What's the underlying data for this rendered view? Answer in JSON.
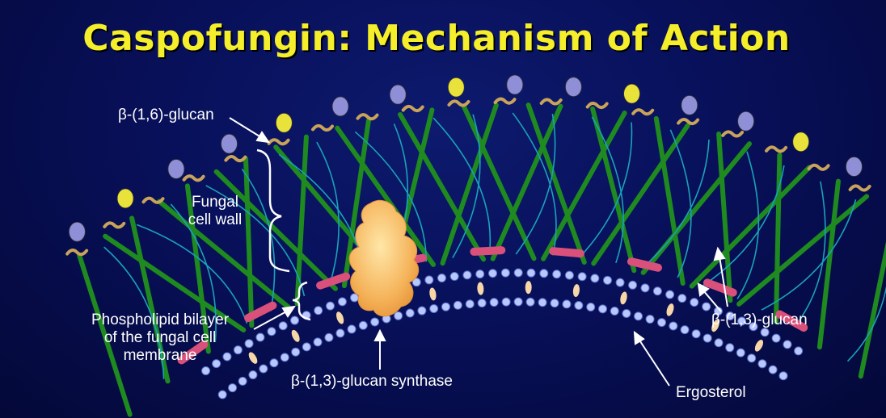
{
  "title": "Caspofungin:  Mechanism of Action",
  "labels": {
    "beta16": "β-(1,6)-glucan",
    "cell_wall_line1": "Fungal",
    "cell_wall_line2": "cell wall",
    "bilayer_line1": "Phospholipid bilayer",
    "bilayer_line2": "of the fungal cell",
    "bilayer_line3": "membrane",
    "synthase": "β-(1,3)-glucan synthase",
    "beta13": "β-(1,3)-glucan",
    "ergosterol": "Ergosterol"
  },
  "colors": {
    "title": "#f5ee2a",
    "beta13_strand_green": "#1f8a1f",
    "beta13_strand_teal": "#1aa3b8",
    "beta16_link": "#c9a35a",
    "mannoprotein_purple": "#8f8fd8",
    "mannoprotein_yellow": "#e8e23a",
    "synthase": "#f5b35a",
    "membrane_protein": "#d9507a",
    "phospholipid_head": "#b8c8ff",
    "ergosterol": "#f7d7a8"
  }
}
